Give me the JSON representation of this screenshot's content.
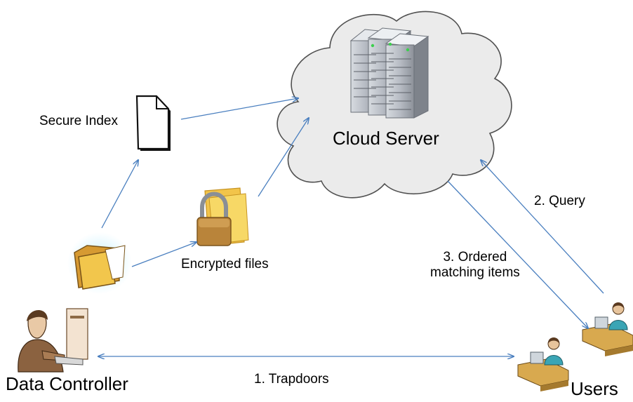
{
  "nodes": {
    "cloud_server": {
      "label": "Cloud Server",
      "icon": "server-rack-icon"
    },
    "secure_index": {
      "label": "Secure Index",
      "icon": "document-icon"
    },
    "encrypted_files": {
      "label": "Encrypted files",
      "icon": "locked-folder-icon"
    },
    "source_files": {
      "icon": "folder-icon"
    },
    "data_controller": {
      "label": "Data Controller",
      "icon": "person-at-computer-icon"
    },
    "users": {
      "label": "Users",
      "icon": "user-at-desk-icon"
    }
  },
  "edges": {
    "trapdoors": {
      "label": "1. Trapdoors"
    },
    "query": {
      "label": "2. Query"
    },
    "ordered_items": {
      "label": "3. Ordered\nmatching items"
    }
  },
  "colors": {
    "arrow": "#4a7fbf",
    "cloud_fill": "#ebebeb",
    "cloud_stroke": "#505050",
    "folder": "#f2c44a",
    "lock": "#b9843a"
  }
}
